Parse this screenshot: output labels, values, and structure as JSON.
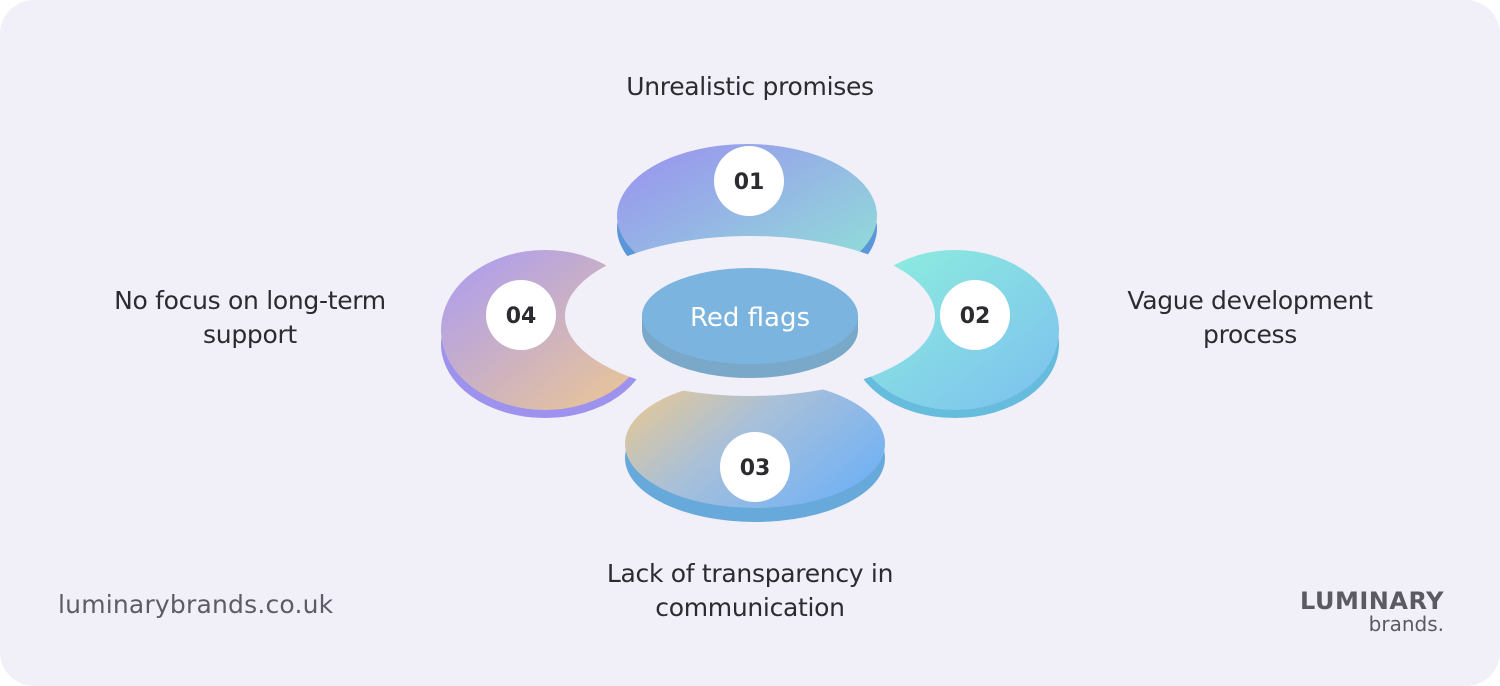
{
  "diagram": {
    "center": {
      "label": "Red flags",
      "color": "#7ab4df"
    },
    "segments": [
      {
        "number": "01",
        "label": "Unrealistic promises",
        "colors": [
          "#9a8ff0",
          "#8fe6d6"
        ]
      },
      {
        "number": "02",
        "label": "Vague development process",
        "colors": [
          "#8ef0dc",
          "#7cc0ee"
        ]
      },
      {
        "number": "03",
        "label": "Lack of transparency in communication",
        "colors": [
          "#f0c98a",
          "#77b3f2"
        ]
      },
      {
        "number": "04",
        "label": "No focus on long-term support",
        "colors": [
          "#a99af5",
          "#efc98f"
        ]
      }
    ]
  },
  "labels": {
    "top": "Unrealistic promises",
    "right_line1": "Vague development",
    "right_line2": "process",
    "bottom_line1": "Lack of transparency in",
    "bottom_line2": "communication",
    "left_line1": "No focus on long-term",
    "left_line2": "support"
  },
  "footer": {
    "url": "luminarybrands.co.uk",
    "logo_line1": "LUMINARY",
    "logo_line2": "brands."
  }
}
